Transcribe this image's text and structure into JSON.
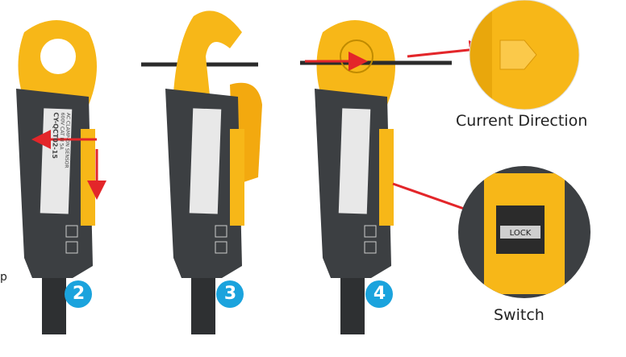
{
  "steps": [
    {
      "number": "2"
    },
    {
      "number": "3"
    },
    {
      "number": "4"
    }
  ],
  "device": {
    "model": "CY-QCT02-15",
    "line1": "AC CLAMP-ON SENSOR",
    "line2": "600V CAT III 5A"
  },
  "insets": {
    "current_direction": "Current Direction",
    "switch": "Switch",
    "lock": "LOCK"
  },
  "left_stub": "p",
  "colors": {
    "yellow": "#f7b718",
    "body": "#3c3f42",
    "arrow": "#e3262a",
    "badge": "#1ba3dd"
  }
}
